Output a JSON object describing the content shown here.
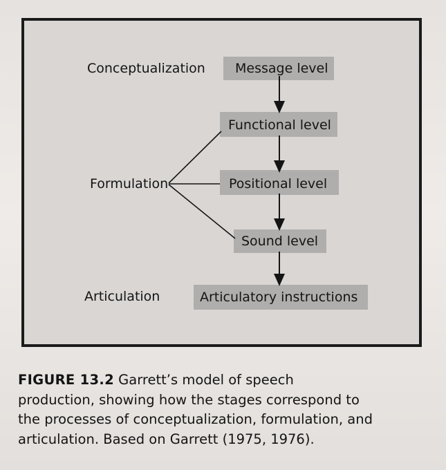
{
  "diagram": {
    "stages": {
      "conceptualization": "Conceptualization",
      "formulation": "Formulation",
      "articulation": "Articulation"
    },
    "levels": {
      "message": "Message level",
      "functional": "Functional level",
      "positional": "Positional level",
      "sound": "Sound level",
      "articulatory": "Articulatory instructions"
    }
  },
  "caption": {
    "figure_number": "FIGURE 13.2",
    "line1": "Garrett’s model of speech",
    "line2": "production, showing how the stages correspond to",
    "line3": "the processes of conceptualization, formulation, and",
    "line4": "articulation. Based on Garrett (1975, 1976)."
  },
  "colors": {
    "figure_background": "#d9d6d4",
    "highlight": "#b0aeac",
    "ink": "#141414"
  }
}
